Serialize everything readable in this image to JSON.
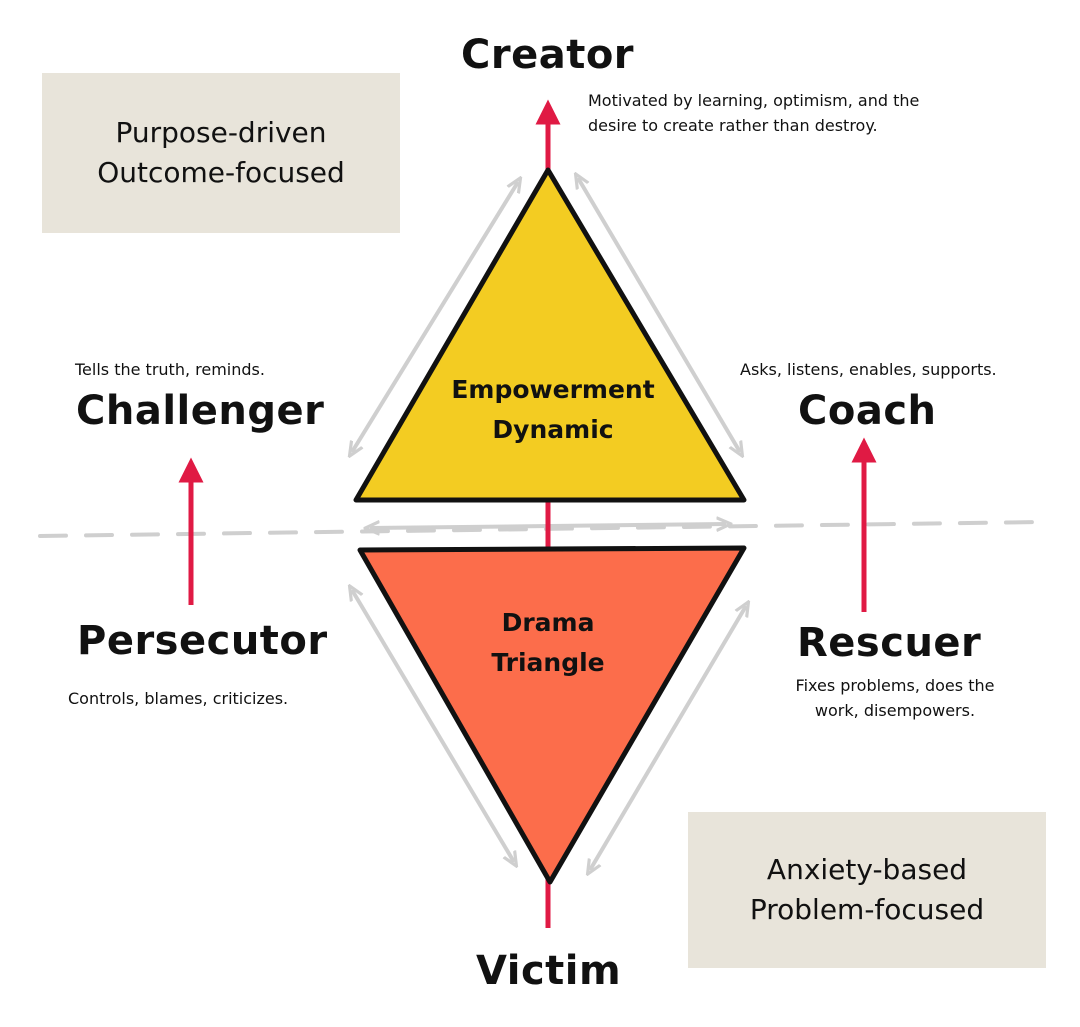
{
  "diagram": {
    "top_box": {
      "line1": "Purpose-driven",
      "line2": "Outcome-focused"
    },
    "bottom_box": {
      "line1": "Anxiety-based",
      "line2": "Problem-focused"
    },
    "creator": {
      "name": "Creator",
      "description_line1": "Motivated by learning, optimism, and the",
      "description_line2": "desire to create rather than destroy."
    },
    "challenger": {
      "name": "Challenger",
      "description": "Tells the truth, reminds."
    },
    "coach": {
      "name": "Coach",
      "description": "Asks, listens, enables, supports."
    },
    "persecutor": {
      "name": "Persecutor",
      "description": "Controls, blames, criticizes."
    },
    "rescuer": {
      "name": "Rescuer",
      "description_line1": "Fixes problems, does the",
      "description_line2": "work, disempowers."
    },
    "victim": {
      "name": "Victim"
    },
    "empowerment_triangle": {
      "line1": "Empowerment",
      "line2": "Dynamic"
    },
    "drama_triangle": {
      "line1": "Drama",
      "line2": "Triangle"
    }
  },
  "colors": {
    "empowerment_fill": "#f3cc22",
    "drama_fill": "#fc6d4b",
    "outline": "#111111",
    "accent_arrow": "#e01a44",
    "gray_arrow": "#cfcfcf",
    "dashed_line": "#cfcfcf",
    "box_fill": "#e8e4da"
  }
}
